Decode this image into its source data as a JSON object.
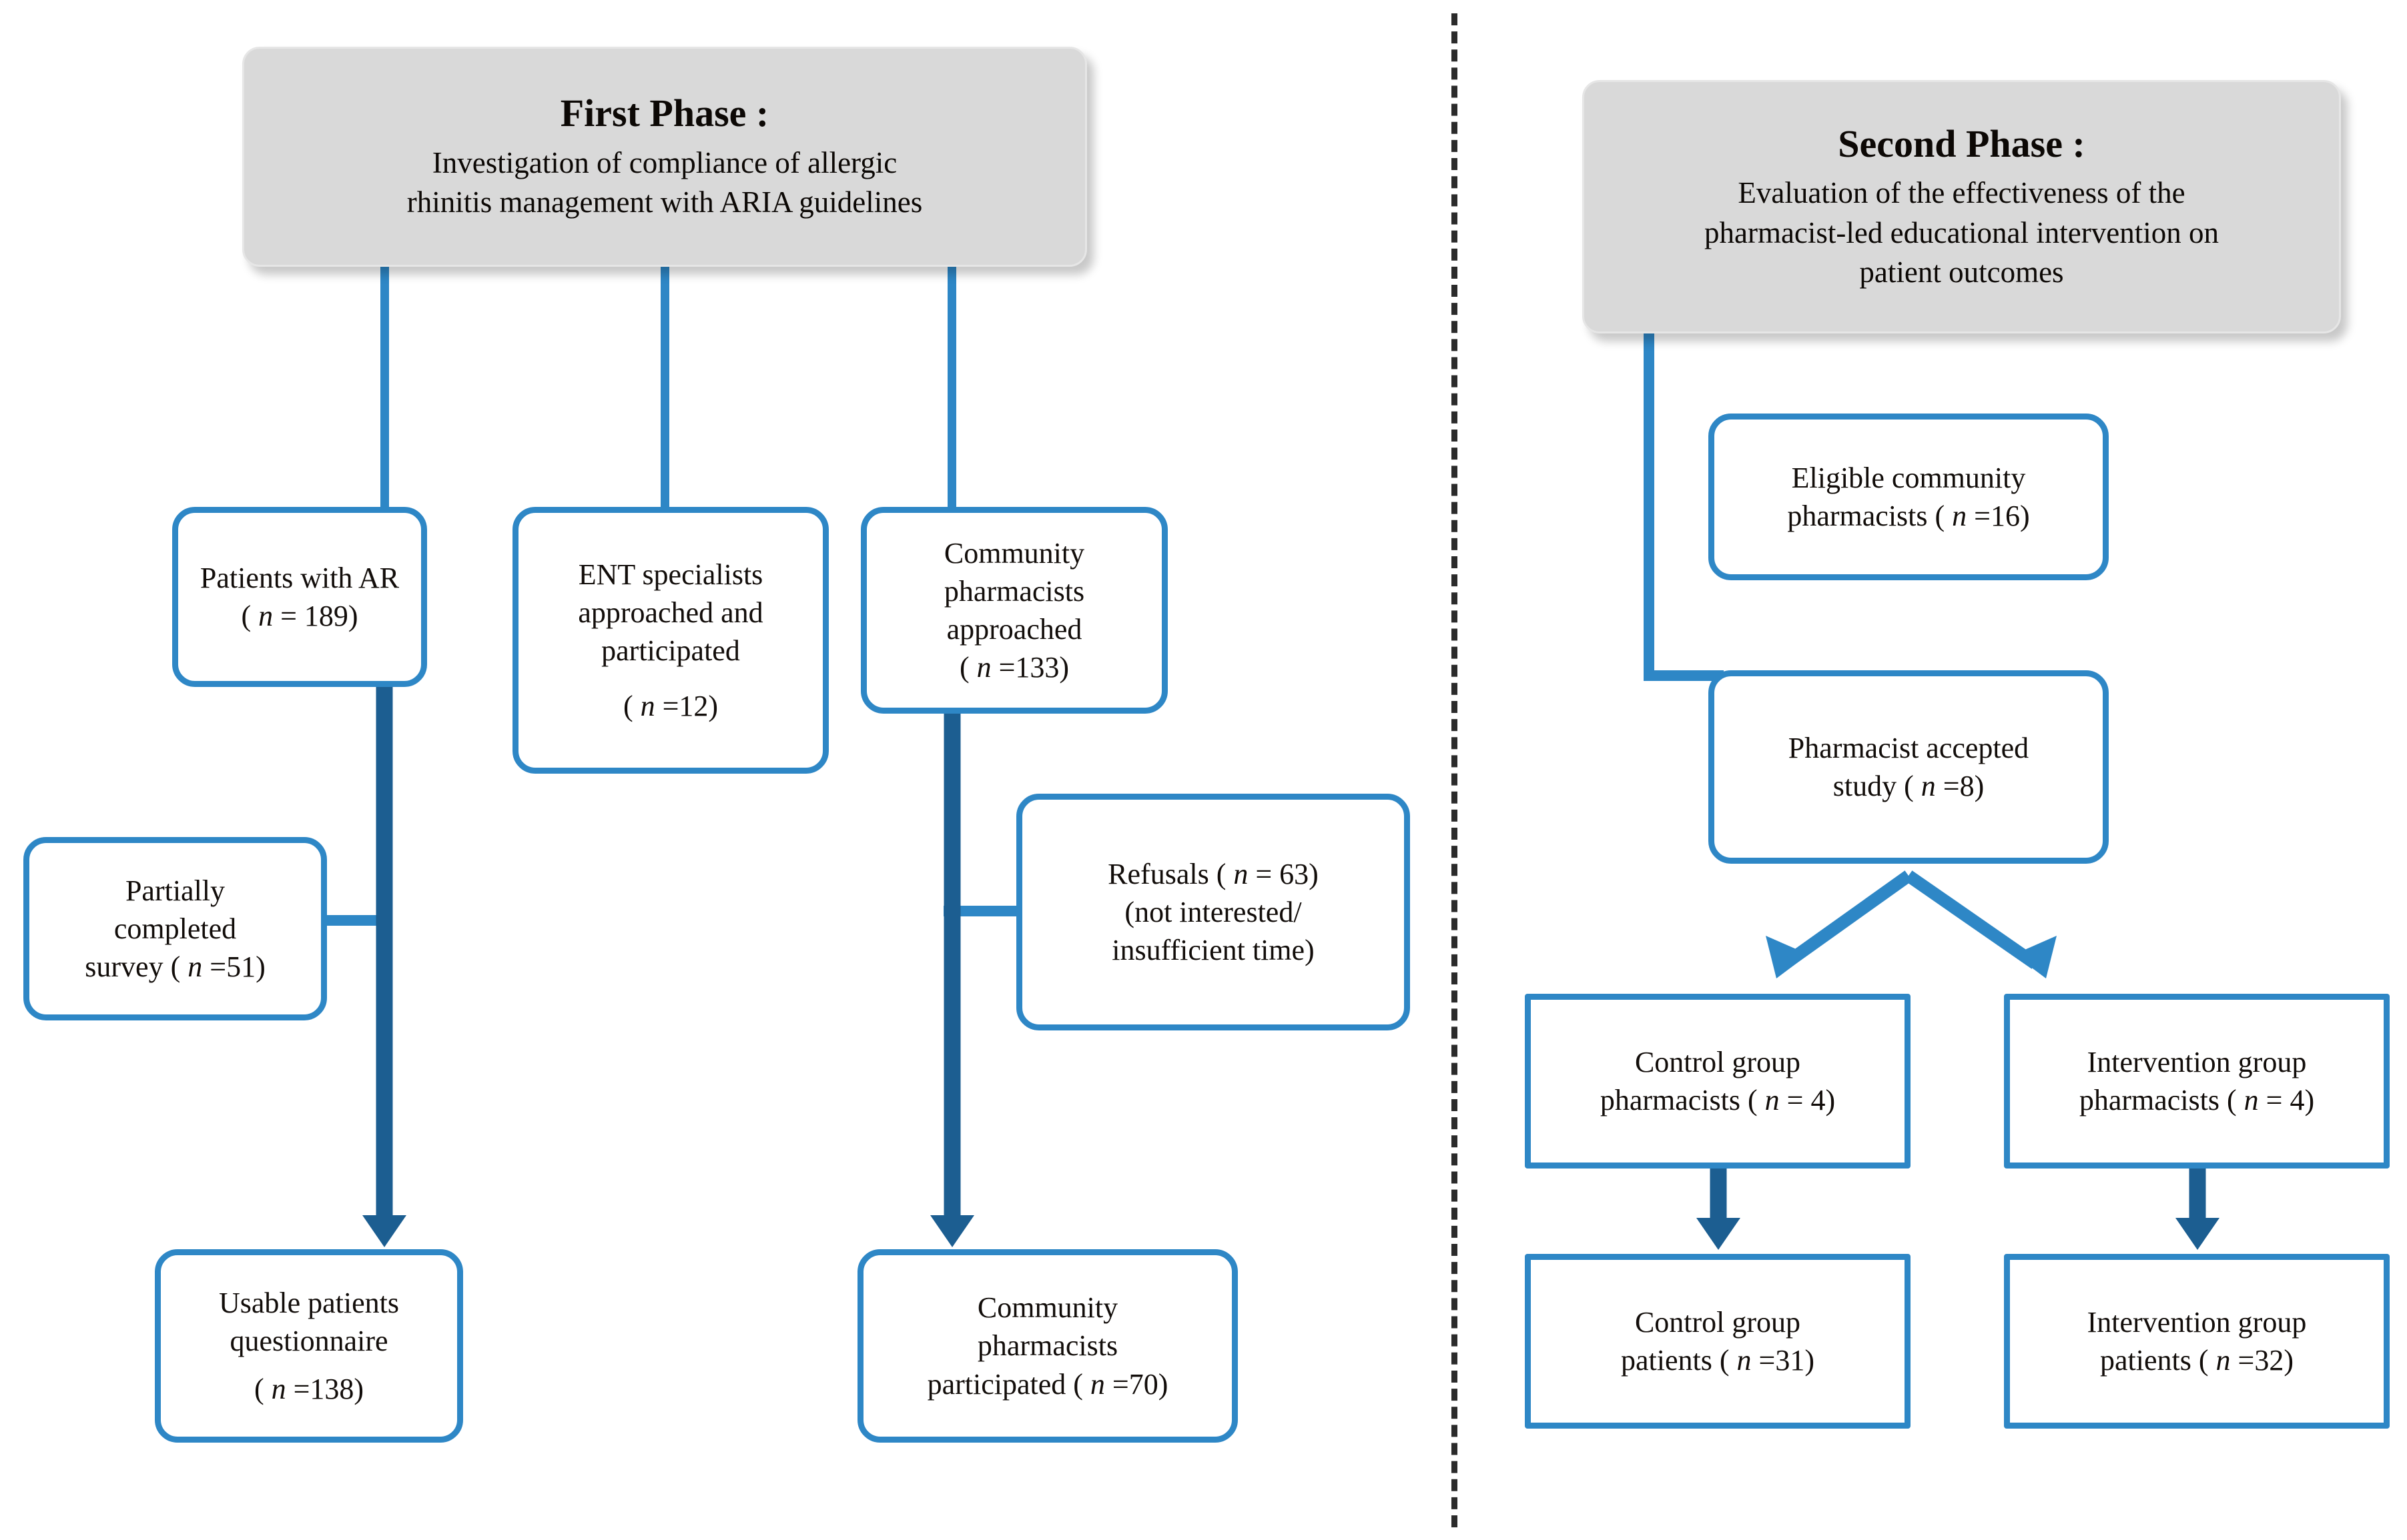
{
  "figure": {
    "kind": "study-flow-diagram",
    "accent_box_border": "#2E87C6",
    "accent_arrow": "#1C5E91",
    "phase_header_fill": "#d9d9d9",
    "divider": "dashed-vertical"
  },
  "phase1": {
    "header": {
      "title": "First Phase :",
      "subtitle_line1": "Investigation of compliance  of allergic",
      "subtitle_line2": "rhinitis management  with ARIA guidelines"
    },
    "nodes": {
      "patients_ar": {
        "line1": "Patients with AR",
        "line2_pre": "( ",
        "line2_it": "n",
        "line2_post": " = 189)"
      },
      "ent": {
        "line1": "ENT specialists",
        "line2": "approached and",
        "line3": "participated",
        "line4_pre": "( ",
        "line4_it": "n",
        "line4_post": " =12)"
      },
      "community_approached": {
        "line1": "Community",
        "line2": "pharmacists",
        "line3": "approached",
        "line4_pre": "( ",
        "line4_it": "n",
        "line4_post": " =133)"
      },
      "partial_survey": {
        "line1": "Partially",
        "line2": "completed",
        "line3_pre": "survey ( ",
        "line3_it": "n",
        "line3_post": " =51)"
      },
      "refusals": {
        "line1_pre": "Refusals  ( ",
        "line1_it": "n",
        "line1_post": " = 63)",
        "line2": "(not interested/",
        "line3": "insufficient time)"
      },
      "usable_questionnaire": {
        "line1": "Usable patients",
        "line2": "questionnaire",
        "line3_pre": "( ",
        "line3_it": "n",
        "line3_post": " =138)"
      },
      "community_participated": {
        "line1": "Community",
        "line2": "pharmacists",
        "line3_pre": "participated ( ",
        "line3_it": "n",
        "line3_post": " =70)"
      }
    }
  },
  "phase2": {
    "header": {
      "title": "Second Phase :",
      "subtitle_line1": "Evaluation of the effectiveness of the",
      "subtitle_line2": "pharmacist-led educational intervention on",
      "subtitle_line3": "patient outcomes"
    },
    "nodes": {
      "eligible_pharmacists": {
        "line1": "Eligible community",
        "line2_pre": "pharmacists ( ",
        "line2_it": "n",
        "line2_post": " =16)"
      },
      "accepted_study": {
        "line1": "Pharmacist accepted",
        "line2_pre": "study ( ",
        "line2_it": "n",
        "line2_post": " =8)"
      },
      "control_pharmacists": {
        "line1": "Control  group",
        "line2_pre": "pharmacists ( ",
        "line2_it": "n",
        "line2_post": " = 4)"
      },
      "intervention_pharmacists": {
        "line1": "Intervention group",
        "line2_pre": "pharmacists ( ",
        "line2_it": "n",
        "line2_post": " = 4)"
      },
      "control_patients": {
        "line1": "Control  group",
        "line2_pre": "patients ( ",
        "line2_it": "n",
        "line2_post": " =31)"
      },
      "intervention_patients": {
        "line1": "Intervention  group",
        "line2_pre": "patients ( ",
        "line2_it": "n",
        "line2_post": " =32)"
      }
    }
  }
}
